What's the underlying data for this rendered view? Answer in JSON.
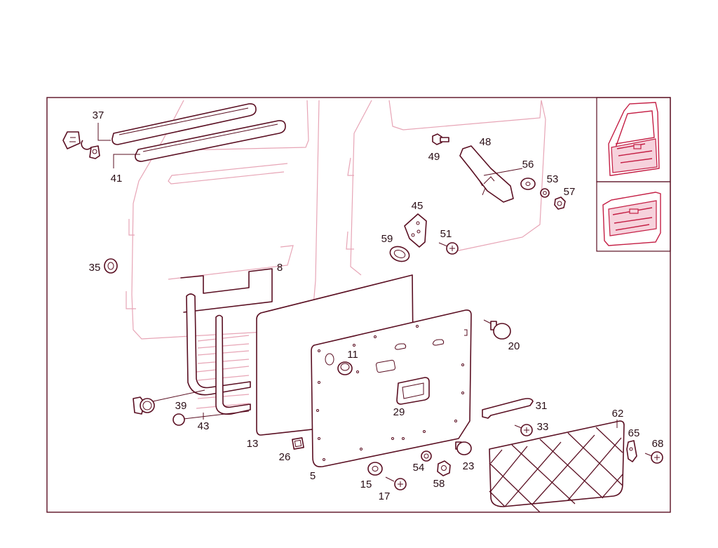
{
  "diagram": {
    "colors": {
      "ink": "#5a0f22",
      "ghost": "#e7a5b6",
      "accent": "#c41e44",
      "background": "#ffffff"
    },
    "callouts": [
      "37",
      "41",
      "49",
      "48",
      "56",
      "53",
      "57",
      "45",
      "51",
      "59",
      "35",
      "8",
      "11",
      "20",
      "29",
      "31",
      "33",
      "39",
      "43",
      "13",
      "26",
      "5",
      "15",
      "17",
      "54",
      "58",
      "23",
      "62",
      "65",
      "68"
    ],
    "thumbnails": [
      "door-inside-view-icon",
      "door-trim-panel-view-icon"
    ]
  }
}
